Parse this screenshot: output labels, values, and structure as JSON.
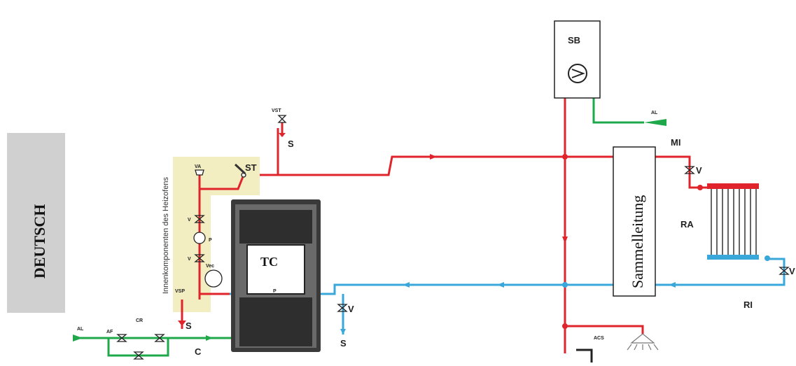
{
  "side_tab": "DEUTSCH",
  "inner_components_caption": "Innenkomponenten des Heizofens",
  "labels": {
    "sb": "SB",
    "vst": "VST",
    "s": "S",
    "st": "ST",
    "va": "VA",
    "v": "V",
    "p": "P",
    "vec": "Vec",
    "vsp": "VSP",
    "tc": "TC",
    "al": "AL",
    "af": "AF",
    "cr": "CR",
    "c": "C",
    "mi": "MI",
    "ra": "RA",
    "ri": "RI",
    "acs": "ACS",
    "manifold": "Sammelleitung"
  },
  "colors": {
    "flow": "#e0242b",
    "return": "#3aa7db",
    "supply": "#1ea84a",
    "panel": "#f3eec2",
    "tab": "#d0d0d0"
  }
}
